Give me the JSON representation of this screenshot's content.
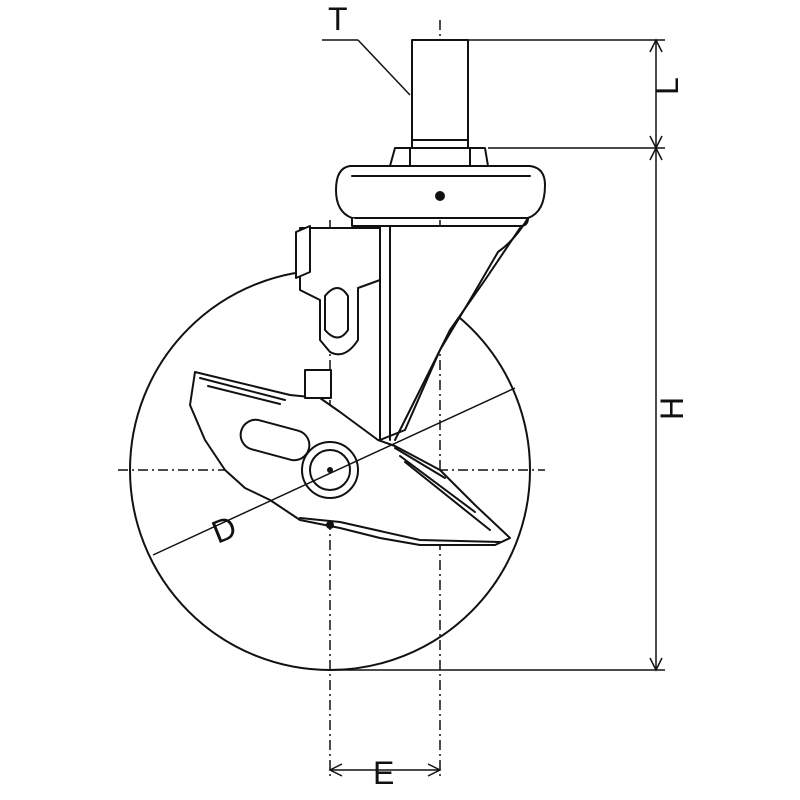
{
  "labels": {
    "T": "T",
    "L": "L",
    "H": "H",
    "D": "D",
    "E": "E"
  },
  "colors": {
    "line": "#111111",
    "background": "#ffffff"
  }
}
